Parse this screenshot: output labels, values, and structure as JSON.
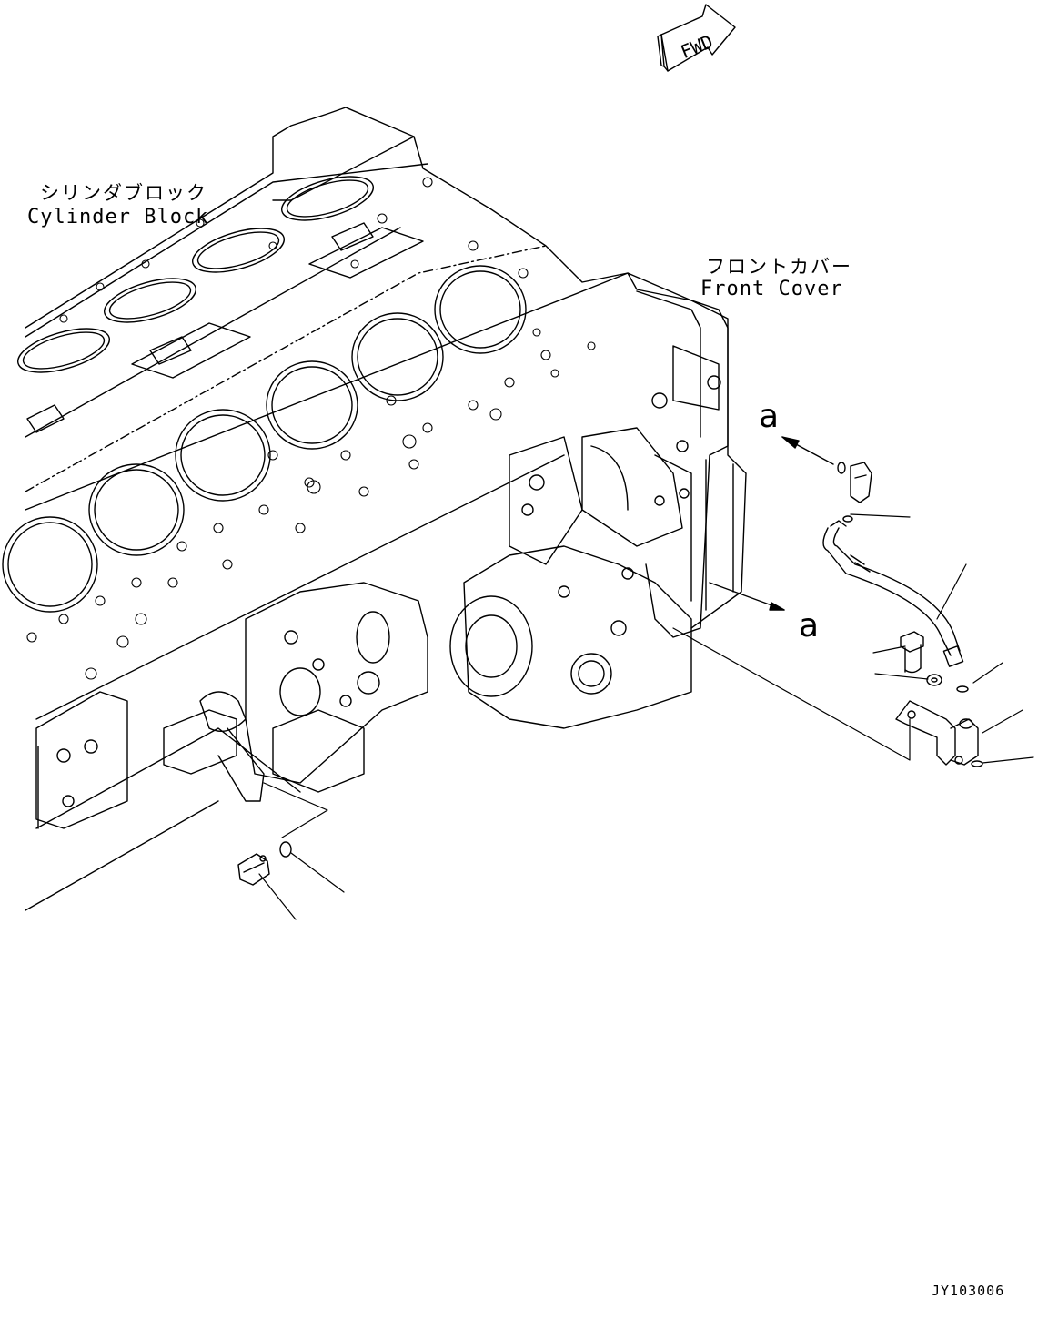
{
  "fwd_label": "FWD",
  "labels": {
    "cylinder_block_jp": "シリンダブロック",
    "cylinder_block_en": "Cylinder Block",
    "front_cover_jp": "フロントカバー",
    "front_cover_en": "Front Cover",
    "callout_a_top": "a",
    "callout_a_bottom": "a"
  },
  "drawing_code": "JY103006",
  "colors": {
    "line": "#000000",
    "background": "#ffffff"
  }
}
